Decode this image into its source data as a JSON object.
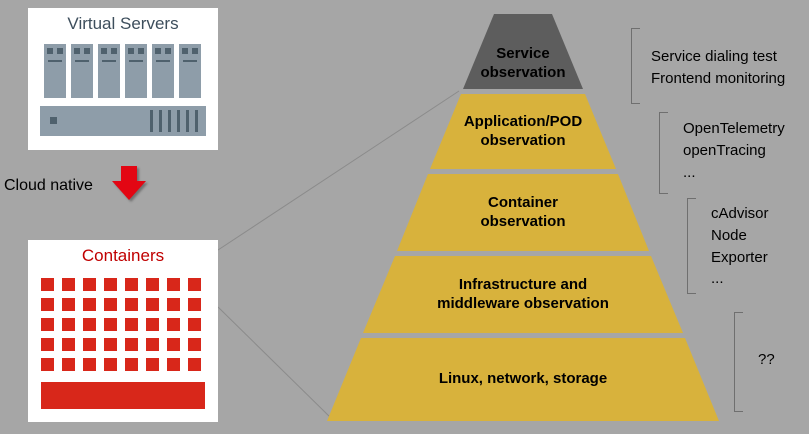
{
  "virtual_servers_box": {
    "title": "Virtual Servers"
  },
  "cloud_native": {
    "label": "Cloud native"
  },
  "containers_box": {
    "title": "Containers"
  },
  "pyramid": {
    "layers": [
      {
        "label": "Service\nobservation",
        "color": "#5d5d5d"
      },
      {
        "label": "Application/POD\nobservation",
        "color": "#d8b23c"
      },
      {
        "label": "Container\nobservation",
        "color": "#d8b23c"
      },
      {
        "label": "Infrastructure and\nmiddleware observation",
        "color": "#d8b23c"
      },
      {
        "label": "Linux, network, storage",
        "color": "#d8b23c"
      }
    ]
  },
  "annotations": [
    {
      "text": "Service dialing test\nFrontend monitoring"
    },
    {
      "text": "OpenTelemetry\nopenTracing\n..."
    },
    {
      "text": "cAdvisor\nNode\nExporter\n..."
    },
    {
      "text": "??"
    }
  ],
  "colors": {
    "background": "#a6a6a6",
    "pyramid_gold": "#d8b23c",
    "pyramid_top_gray": "#5d5d5d",
    "red_accent": "#d8271a",
    "containers_title_red": "#c00000",
    "servers_title_slate": "#3d4e5c"
  }
}
